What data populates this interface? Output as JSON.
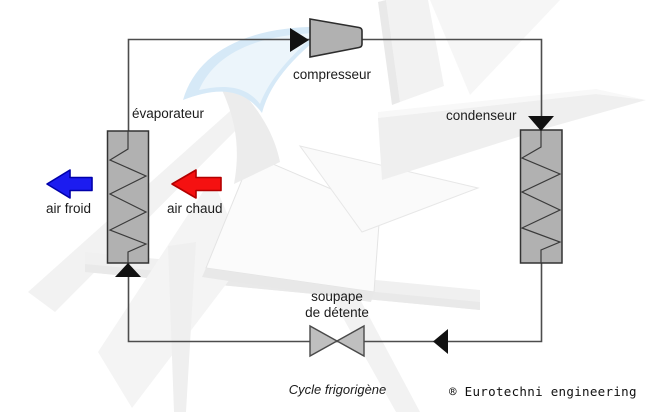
{
  "diagram": {
    "caption": "Cycle frigorigène",
    "credit": "® Eurotechni engineering",
    "components": {
      "compressor": {
        "label": "compresseur"
      },
      "evaporator": {
        "label": "évaporateur"
      },
      "condenser": {
        "label": "condenseur"
      },
      "expansion_valve": {
        "label_line1": "soupape",
        "label_line2": "de détente"
      }
    },
    "airflows": {
      "cold": {
        "label": "air froid",
        "color": "#1c1cf0"
      },
      "hot": {
        "label": "air chaud",
        "color": "#f51111"
      }
    },
    "colors": {
      "pipe": "#4d4d4d",
      "component_fill": "#b1b1b1",
      "component_border": "#333333",
      "valve_fill": "#bfbfbf",
      "flow_arrow": "#111111",
      "cold_arrow_border": "#0000aa",
      "hot_arrow_border": "#b30000",
      "watermark_blue": "#d6e9f7"
    }
  }
}
